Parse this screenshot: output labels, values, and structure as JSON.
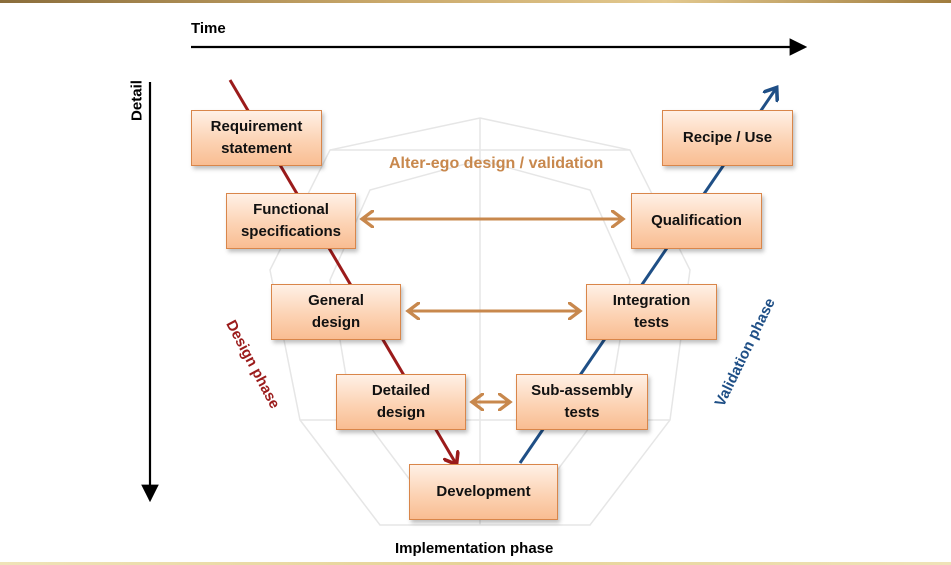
{
  "axes": {
    "time_label": "Time",
    "detail_label": "Detail"
  },
  "phases": {
    "design": "Design phase",
    "validation": "Validation phase",
    "implementation": "Implementation phase"
  },
  "alter_ego_label": "Alter-ego design / validation",
  "design_boxes": [
    {
      "label": "Requirement\nstatement"
    },
    {
      "label": "Functional\nspecifications"
    },
    {
      "label": "General\ndesign"
    },
    {
      "label": "Detailed\ndesign"
    }
  ],
  "development_box": {
    "label": "Development"
  },
  "validation_boxes": [
    {
      "label": "Sub-assembly\ntests"
    },
    {
      "label": "Integration\ntests"
    },
    {
      "label": "Qualification"
    },
    {
      "label": "Recipe / Use"
    }
  ],
  "colors": {
    "design_arrow": "#9b1b1b",
    "validation_arrow": "#1f4f86",
    "link_arrow": "#c8884d",
    "alter_ego_text": "#c8884d"
  }
}
